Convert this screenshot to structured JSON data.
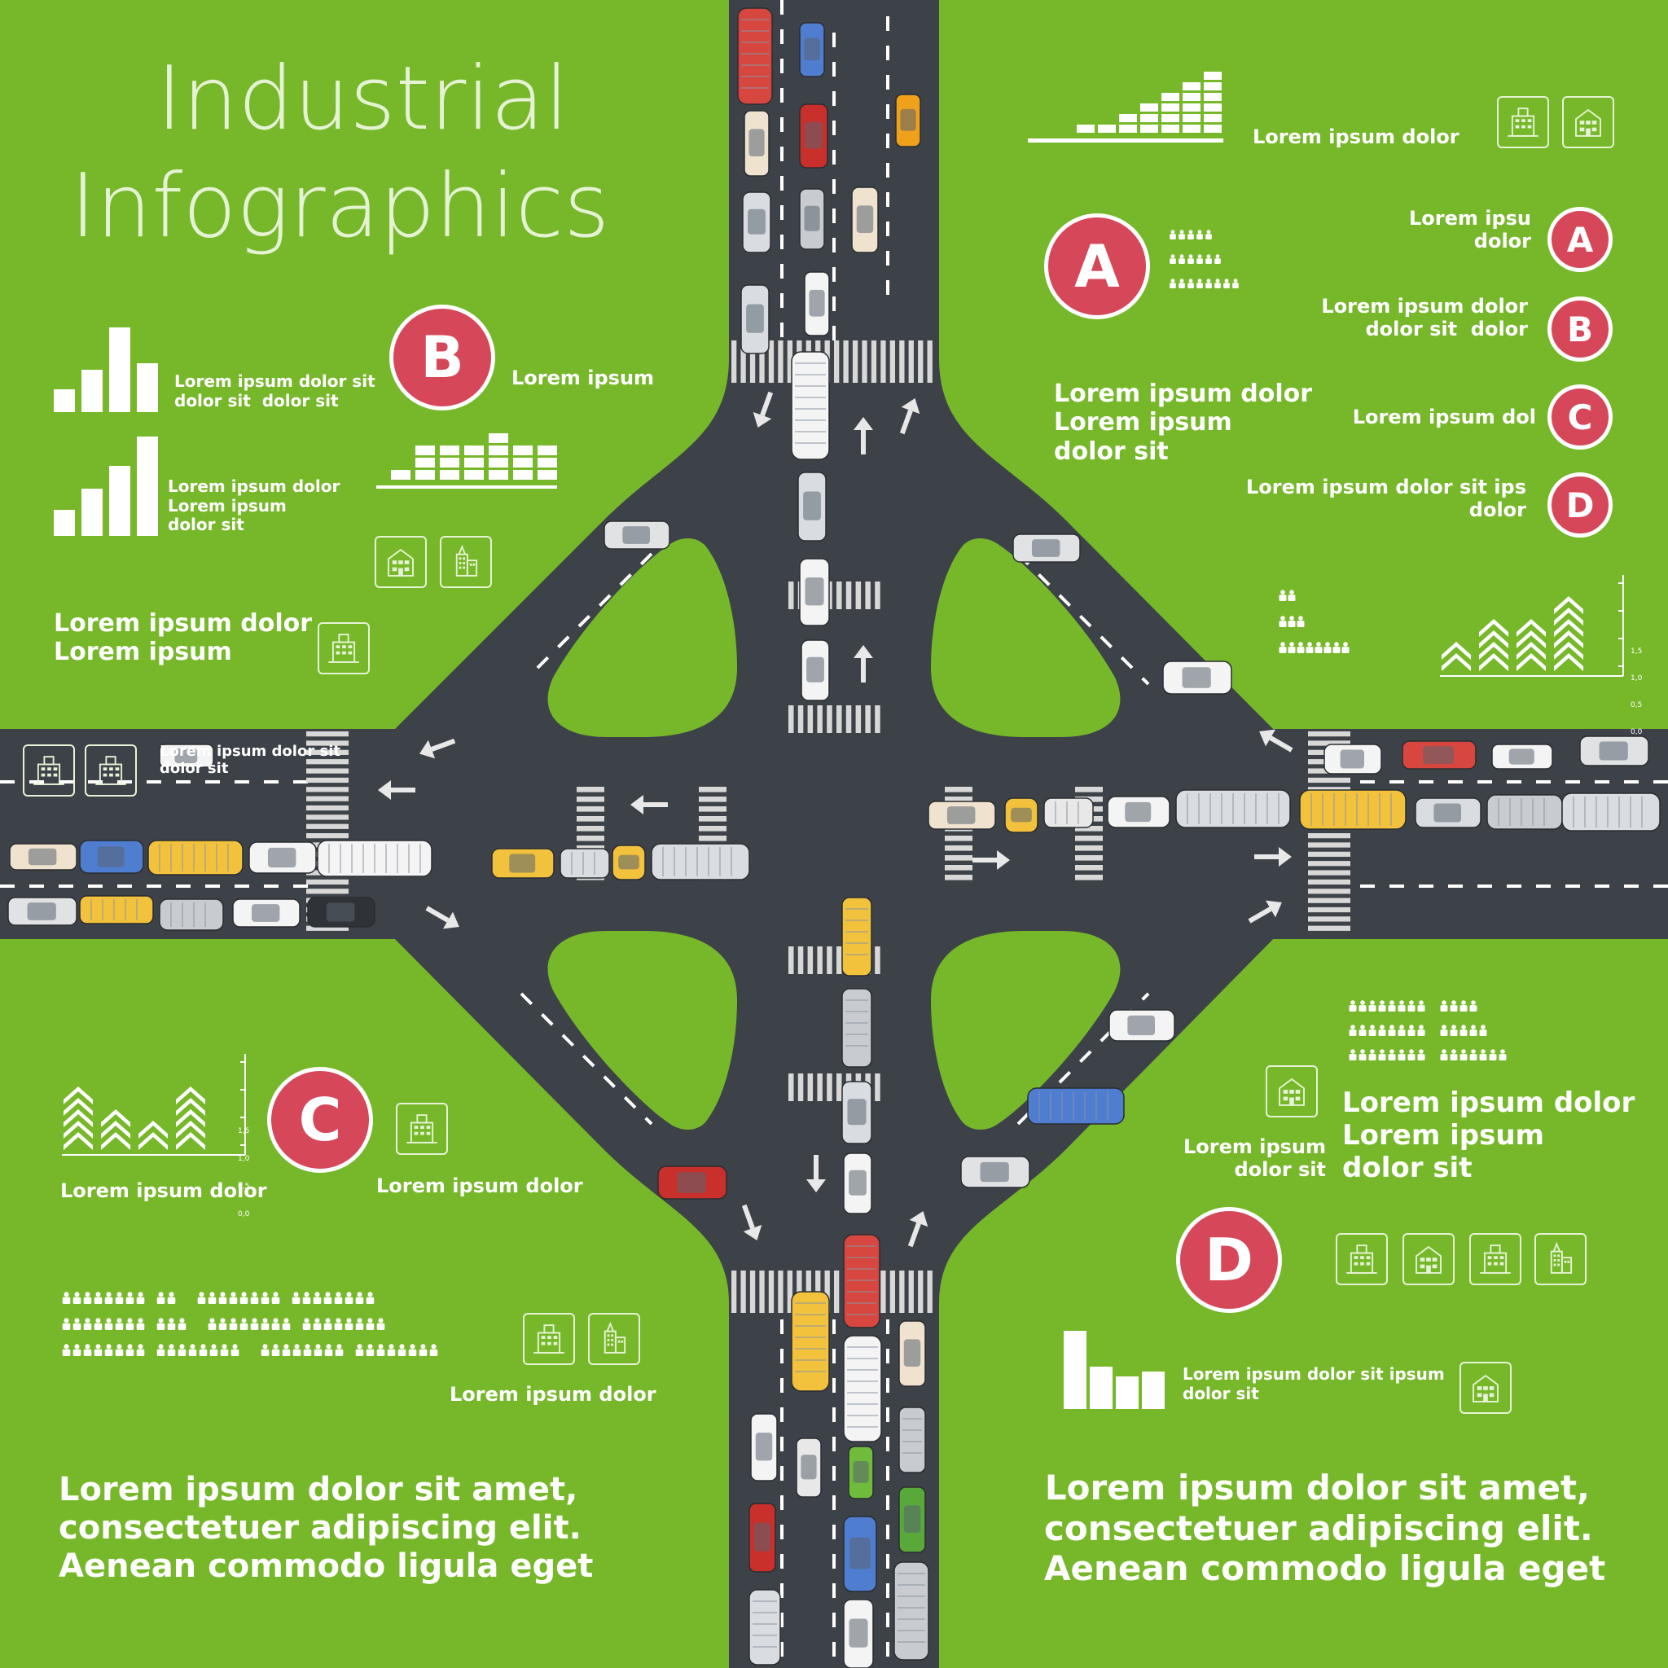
{
  "title": {
    "line1": "Industrial",
    "line2": "Infographics"
  },
  "colors": {
    "grass": "#77b82a",
    "road": "#3d4249",
    "badge": "#d7475a",
    "text": "#ffffff",
    "title": "#e5f2d4"
  },
  "panel_top_left": {
    "badge": "B",
    "badge_label": "Lorem ipsum",
    "chart1_label": "Lorem ipsum dolor sit\ndolor sit  dolor sit",
    "chart2_label": "Lorem ipsum dolor\nLorem ipsum\ndolor sit",
    "footer_label": "Lorem ipsum dolor\nLorem ipsum",
    "road_label": "Lorem ipsum dolor sit\ndolor sit"
  },
  "panel_top_right": {
    "chart_label": "Lorem ipsum dolor",
    "badge": "A",
    "main_text": "Lorem ipsum dolor\nLorem ipsum\ndolor sit",
    "list": [
      {
        "badge": "A",
        "label": "Lorem ipsu\ndolor"
      },
      {
        "badge": "B",
        "label": "Lorem ipsum dolor\ndolor sit  dolor"
      },
      {
        "badge": "C",
        "label": "Lorem ipsum dol"
      },
      {
        "badge": "D",
        "label": "Lorem ipsum dolor sit ips\ndolor"
      }
    ],
    "axis_ticks": [
      "1,5",
      "1,0",
      "0,5",
      "0,0"
    ]
  },
  "panel_bottom_left": {
    "badge": "C",
    "chart_label": "Lorem ipsum dolor",
    "badge_label": "Lorem ipsum dolor",
    "people_label": "Lorem ipsum dolor",
    "axis_ticks": [
      "1,5",
      "1,0",
      "0,5",
      "0,0"
    ],
    "paragraph": "Lorem ipsum dolor sit amet,\nconsectetuer adipiscing elit.\nAenean commodo ligula eget"
  },
  "panel_bottom_right": {
    "badge": "D",
    "main_text": "Lorem ipsum dolor\nLorem ipsum\ndolor sit",
    "side_text": "Lorem ipsum\ndolor sit",
    "chart_label": "Lorem ipsum dolor sit ipsum\ndolor sit",
    "paragraph": "Lorem ipsum dolor sit amet,\nconsectetuer adipiscing elit.\nAenean commodo ligula eget"
  },
  "icons": [
    "building-icon",
    "house-icon",
    "office-tower-icon",
    "people-icon",
    "arrow-icon",
    "car-icon",
    "bus-icon",
    "truck-icon"
  ]
}
